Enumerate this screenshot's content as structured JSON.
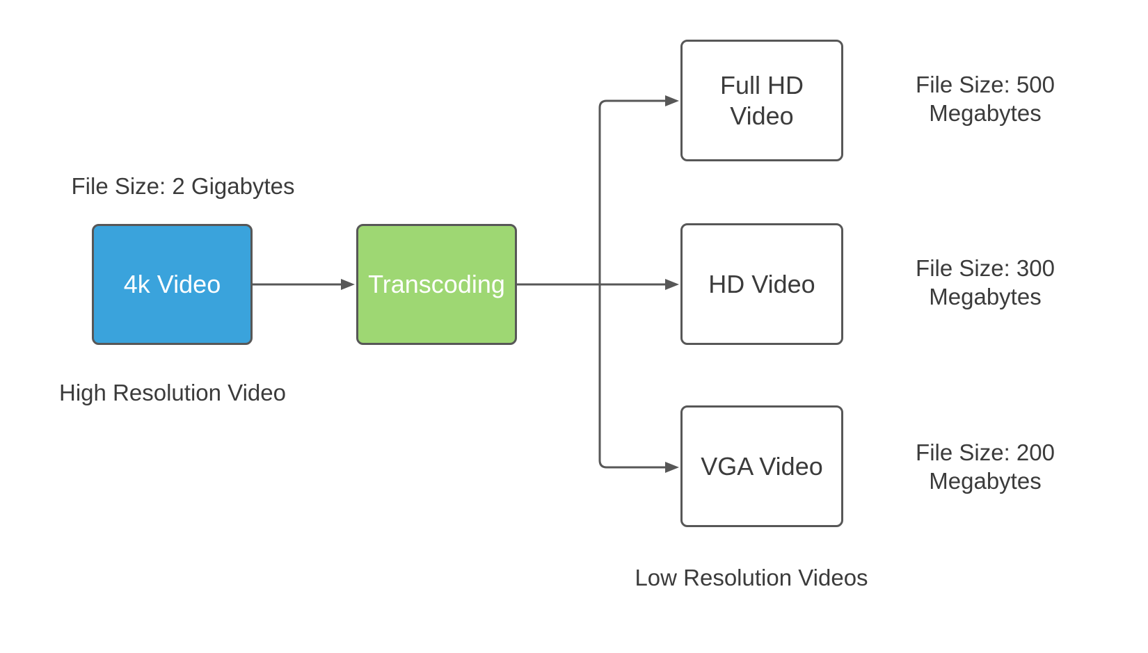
{
  "colors": {
    "node_4k_fill": "#3AA3DC",
    "node_transcoding_fill": "#9ED773",
    "node_output_fill": "#FFFFFF",
    "node_border": "#575757",
    "connector": "#575757",
    "node_text_light": "#FFFFFF",
    "node_text_dark": "#3B3B3B",
    "label_text": "#3B3B3B",
    "background": "#FFFFFF"
  },
  "nodes": {
    "source": {
      "label": "4k Video"
    },
    "process": {
      "label": "Transcoding"
    },
    "full_hd": {
      "line1": "Full HD",
      "line2": "Video"
    },
    "hd": {
      "label": "HD Video"
    },
    "vga": {
      "label": "VGA Video"
    }
  },
  "annotations": {
    "source_file_size": "File Size: 2 Gigabytes",
    "source_caption": "High Resolution Video",
    "outputs_caption": "Low Resolution Videos",
    "full_hd_file_size": {
      "line1": "File Size: 500",
      "line2": "Megabytes"
    },
    "hd_file_size": {
      "line1": "File Size: 300",
      "line2": "Megabytes"
    },
    "vga_file_size": {
      "line1": "File Size: 200",
      "line2": "Megabytes"
    }
  }
}
